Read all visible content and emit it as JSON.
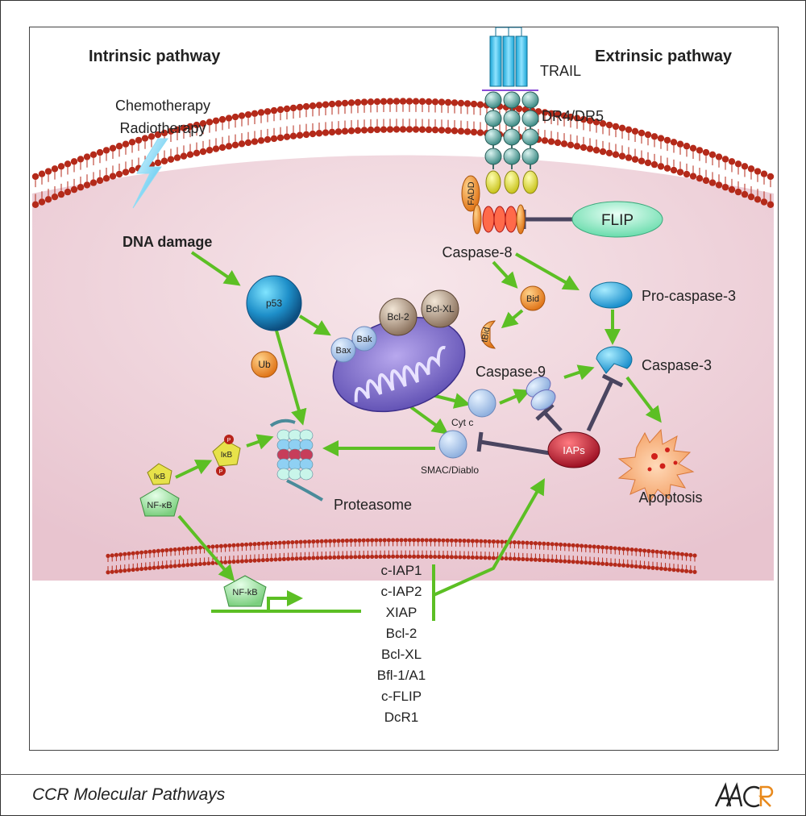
{
  "labels": {
    "intrinsic": "Intrinsic pathway",
    "extrinsic": "Extrinsic pathway",
    "chemo": "Chemotherapy",
    "radio": "Radiotherapy",
    "dna_damage": "DNA damage",
    "trail": "TRAIL",
    "dr": "DR4/DR5",
    "fadd": "FADD",
    "flip": "FLIP",
    "caspase8": "Caspase-8",
    "bid": "Bid",
    "tbid": "tBid",
    "procaspase3": "Pro-caspase-3",
    "caspase3": "Caspase-3",
    "caspase9": "Caspase-9",
    "p53": "p53",
    "ub": "Ub",
    "bcl2": "Bcl-2",
    "bclxl": "Bcl-XL",
    "bak": "Bak",
    "bax": "Bax",
    "cytc": "Cyt c",
    "smac": "SMAC/Diablo",
    "iaps": "IAPs",
    "apoptosis": "Apoptosis",
    "proteasome": "Proteasome",
    "ikb": "IκB",
    "nfkb": "NF-κB",
    "nfkb_nuc": "NF-kB",
    "p": "P"
  },
  "target_genes": [
    "c-IAP1",
    "c-IAP2",
    "XIAP",
    "Bcl-2",
    "Bcl-XL",
    "Bfl-1/A1",
    "c-FLIP",
    "DcR1"
  ],
  "footer": {
    "title": "CCR Molecular Pathways",
    "logo": "AACR"
  },
  "colors": {
    "arrow": "#5cbf24",
    "inhibit": "#4a4560",
    "membrane": "#b42a1a",
    "cytoplasm": "#f3dde3",
    "p53": "#1e7fbf",
    "caspase": "#2aa0dc",
    "iaps": "#b3152b",
    "flip": "#6fe0b5"
  }
}
